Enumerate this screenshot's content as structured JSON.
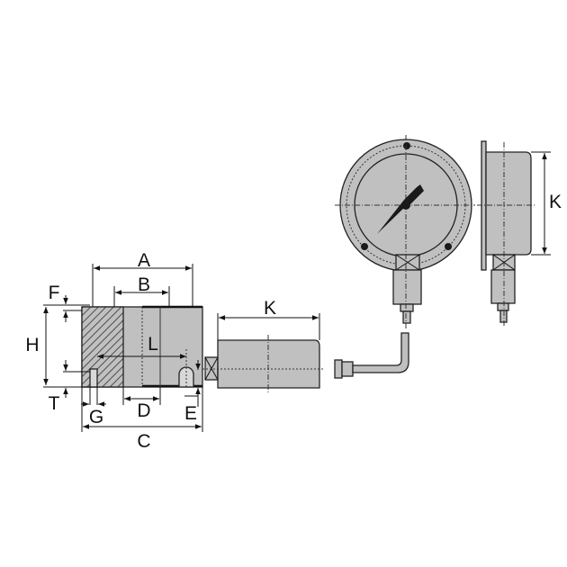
{
  "labels": {
    "A": "A",
    "B": "B",
    "C": "C",
    "D": "D",
    "E": "E",
    "F": "F",
    "G": "G",
    "H": "H",
    "T": "T",
    "L": "L",
    "K_pump": "K",
    "K_gauge": "K"
  },
  "colors": {
    "body_fill": "#c0c0c0",
    "outline": "#222222",
    "dark": "#1a1a1a",
    "background": "#ffffff"
  }
}
